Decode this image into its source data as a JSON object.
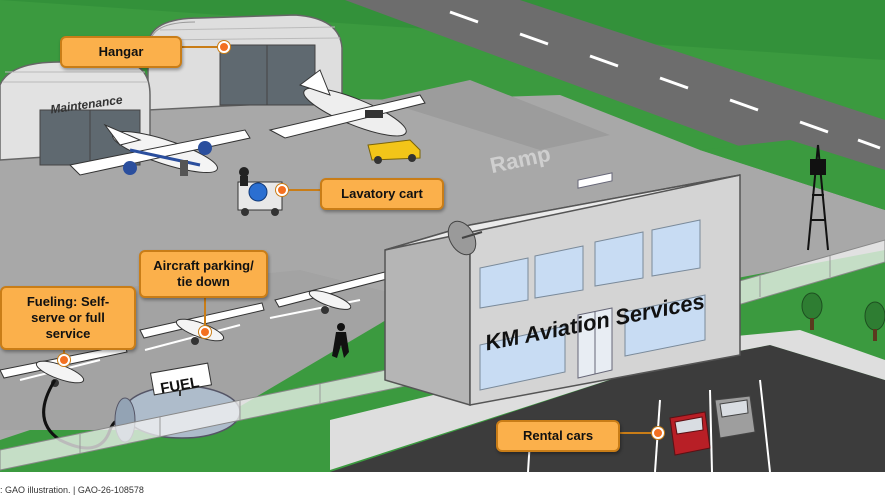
{
  "labels": {
    "hangar": "Hangar",
    "maintenance": "Maintenance",
    "ramp": "Ramp",
    "lavatory_cart": "Lavatory cart",
    "aircraft_parking": "Aircraft parking/ tie down",
    "fueling": "Fueling: Self-serve or full service",
    "fuel_tank": "FUEL",
    "building": "KM Aviation Services",
    "rental_cars": "Rental cars"
  },
  "source": ": GAO illustration.  |  GAO-26-108578",
  "colors": {
    "grass": "#3b9a3f",
    "tarmac": "#a8a8a8",
    "callout_fill": "#fbb04b",
    "callout_border": "#c97d17",
    "marker_dot": "#f37021",
    "building": "#cfcfcf",
    "windows": "#c8dcf3"
  }
}
